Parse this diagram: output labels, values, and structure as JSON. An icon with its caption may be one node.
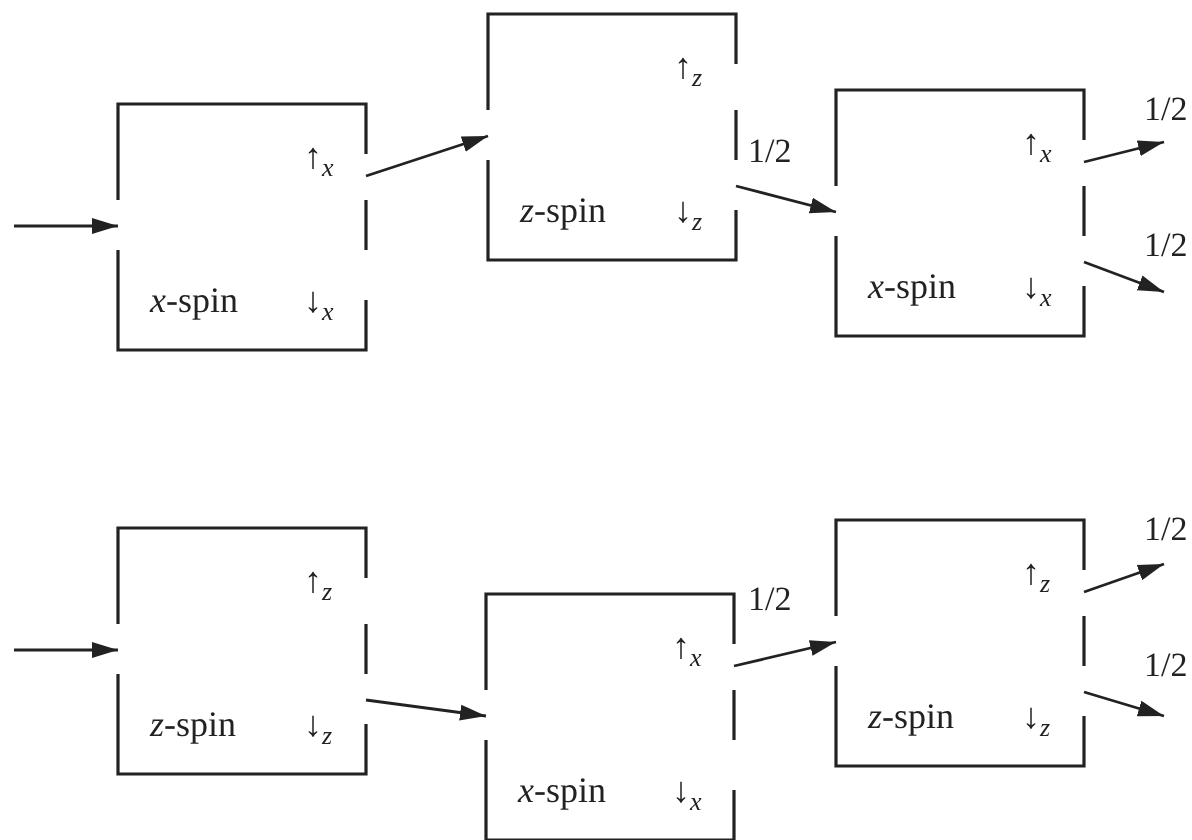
{
  "diagram": {
    "nodes": [
      {
        "text": [
          "↑$_{x}$",
          "*x*-spin",
          "↓$_{x}$"
        ]
      },
      {
        "text": [
          "↑$_{z}$",
          "*z*-spin",
          "↓$_{z}$"
        ]
      },
      {
        "text": [
          "↑$_{x}$",
          "*x*-spin",
          "↓$_{x}$"
        ]
      },
      {
        "text": [
          "↑$_{z}$",
          "*z*-spin",
          "↓$_{z}$"
        ]
      },
      {
        "text": [
          "↑$_{x}$",
          "*x*-spin",
          "↓$_{x}$"
        ]
      },
      {
        "text": [
          "↑$_{z}$",
          "*z*-spin",
          "↓$_{z}$"
        ]
      }
    ],
    "edges": [
      {
        "from": null,
        "to": 0,
        "arrow": "to"
      },
      {
        "from": 0,
        "to": 1,
        "arrow": "to"
      },
      {
        "from": 1,
        "to": 2,
        "arrow": "to",
        "label": "1/2"
      },
      {
        "from": 2,
        "to": null,
        "arrow": "to",
        "label": "1/2"
      },
      {
        "from": 2,
        "to": null,
        "arrow": "to",
        "label": "1/2"
      },
      {
        "from": null,
        "to": 3,
        "arrow": "to"
      },
      {
        "from": 3,
        "to": 4,
        "arrow": "to"
      },
      {
        "from": 4,
        "to": 5,
        "arrow": "to",
        "label": "1/2"
      },
      {
        "from": 5,
        "to": null,
        "arrow": "to",
        "label": "1/2"
      },
      {
        "from": 5,
        "to": null,
        "arrow": "to",
        "label": "1/2"
      }
    ]
  }
}
